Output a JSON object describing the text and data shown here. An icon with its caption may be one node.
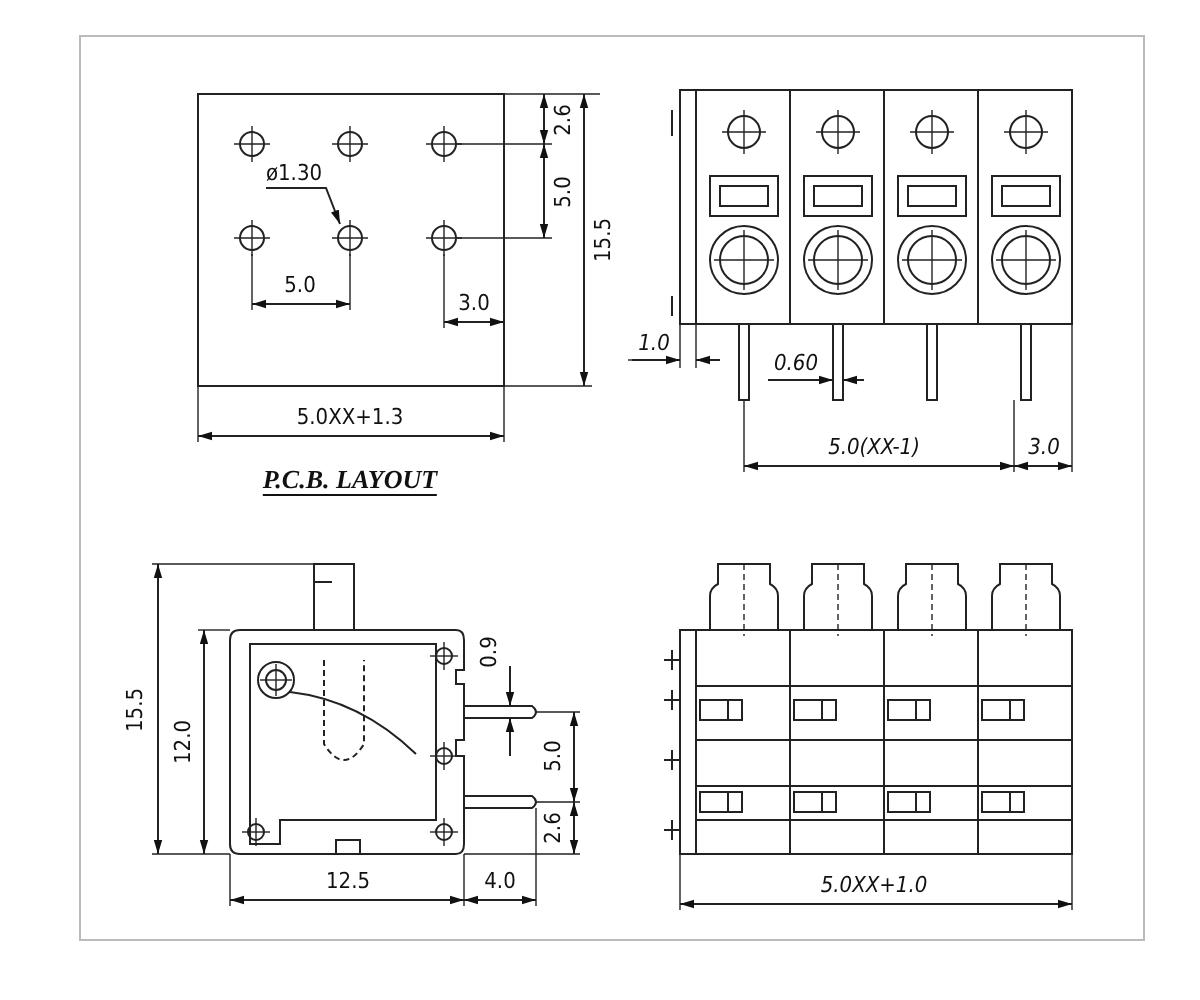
{
  "diagram": {
    "nodes": [
      {
        "text": [
          "ø1.30"
        ]
      },
      {
        "text": [],
        "shape": "circle"
      }
    ],
    "edges": [
      {
        "from": 0,
        "to": 1,
        "arrow": "to"
      }
    ],
    "labels": [
      "2.6",
      "5.0",
      "15.5",
      "5.0",
      "3.0",
      "5.0XX+1.3",
      "P.C.B. LAYOUT",
      "1.0",
      "0.60",
      "5.0(XX-1)",
      "3.0",
      "15.5",
      "12.0",
      "0.9",
      "5.0",
      "2.6",
      "12.5",
      "4.0",
      "5.0XX+1.0"
    ]
  }
}
